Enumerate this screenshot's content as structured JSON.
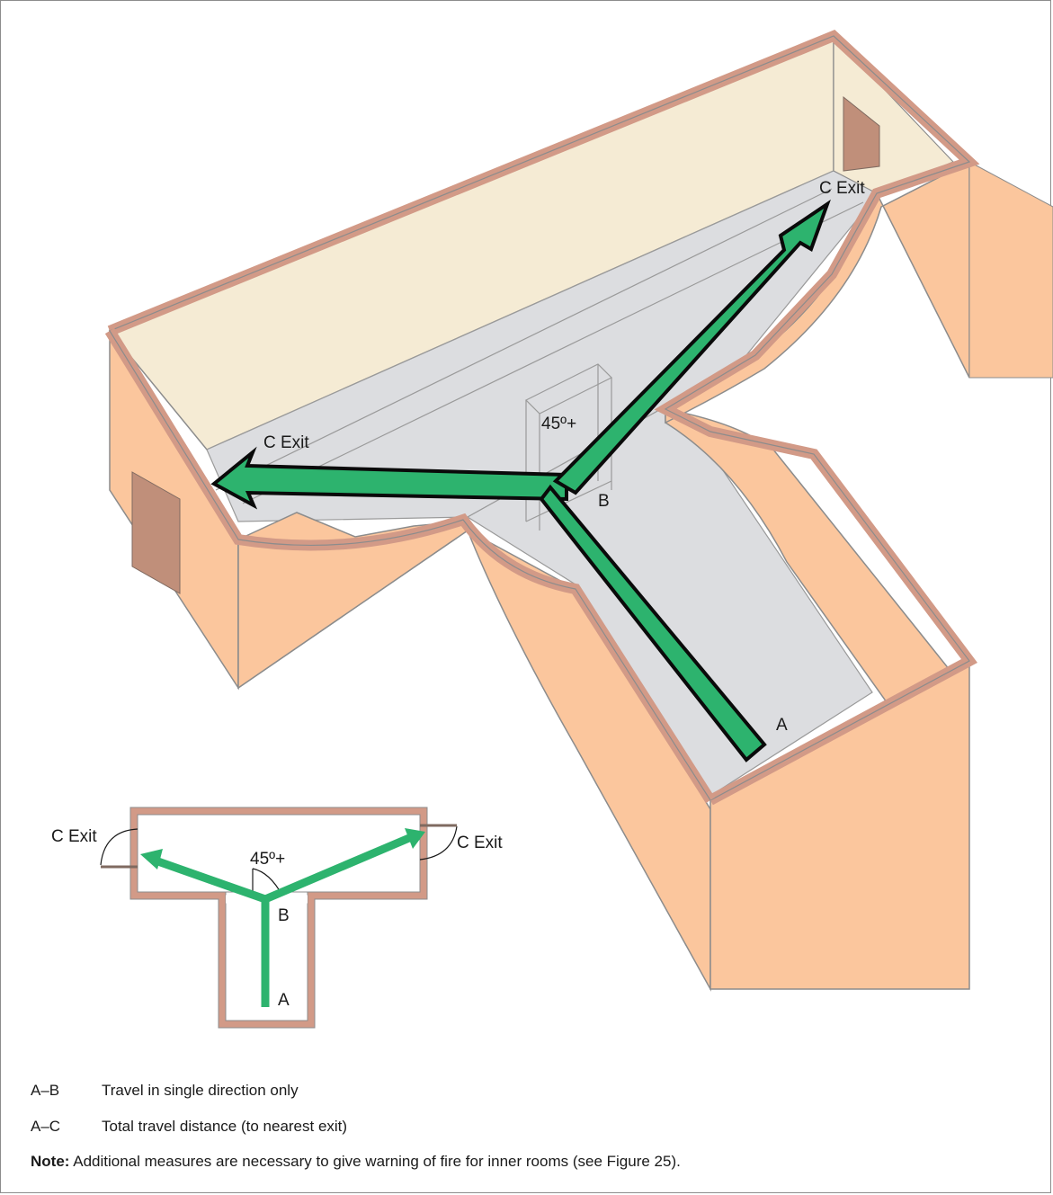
{
  "diagram": {
    "main_view": {
      "label_exit_left": "C Exit",
      "label_exit_right": "C Exit",
      "label_angle": "45º+",
      "label_b": "B",
      "label_a": "A"
    },
    "plan_view": {
      "label_exit_left": "C Exit",
      "label_exit_right": "C Exit",
      "label_angle": "45º+",
      "label_b": "B",
      "label_a": "A"
    },
    "colors": {
      "wall_face": "#fbc69d",
      "wall_top": "#d29a87",
      "floor": "#dcdde0",
      "back_wall": "#f5ebd4",
      "door": "#c08f7a",
      "arrow": "#2db36e",
      "arrow_outline": "#0a0a0a"
    }
  },
  "legend": {
    "rows": [
      {
        "key": "A–B",
        "text": "Travel in single direction only"
      },
      {
        "key": "A–C",
        "text": "Total travel distance (to nearest exit)"
      }
    ],
    "note_label": "Note:",
    "note_text": " Additional measures are necessary to give warning of fire for inner rooms (see Figure 25)."
  }
}
